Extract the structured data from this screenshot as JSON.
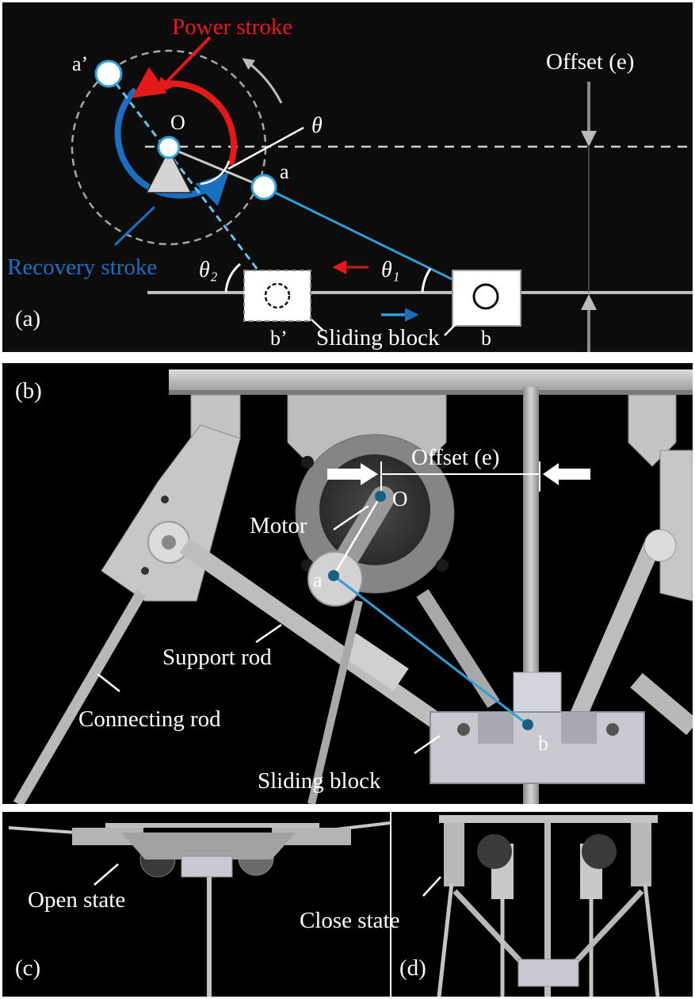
{
  "panel_a": {
    "label": "(a)",
    "power_stroke": "Power stroke",
    "recovery_stroke": "Recovery stroke",
    "offset": "Offset (e)",
    "point_O": "O",
    "point_a": "a",
    "point_a_prime": "a’",
    "point_b": "b",
    "point_b_prime": "b’",
    "theta": "θ",
    "theta1": "θ₁",
    "theta2": "θ₂",
    "sliding_block": "Sliding block",
    "colors": {
      "power": "#e41a1a",
      "recovery": "#1a6fc0",
      "link": "#2f9fd8"
    }
  },
  "panel_b": {
    "label": "(b)",
    "offset": "Offset (e)",
    "point_O": "O",
    "point_a": "a",
    "point_b": "b",
    "motor": "Motor",
    "support_rod": "Support rod",
    "connecting_rod": "Connecting rod",
    "sliding_block": "Sliding block"
  },
  "panel_c": {
    "label": "(c)",
    "state": "Open state"
  },
  "panel_d": {
    "label": "(d)",
    "state": "Close state"
  }
}
